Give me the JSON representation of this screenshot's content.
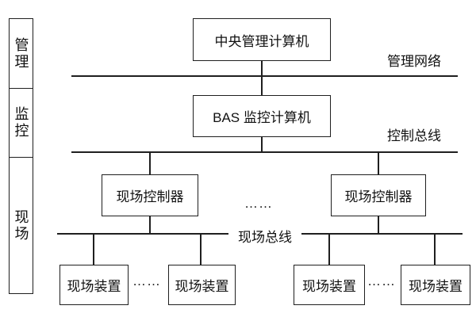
{
  "sidebar": {
    "items": [
      {
        "label": "管理"
      },
      {
        "label": "监控"
      },
      {
        "label": "现场"
      }
    ]
  },
  "nodes": {
    "central_management_computer": "中央管理计算机",
    "bas_computer": "BAS 监控计算机",
    "field_controller": "现场控制器",
    "field_device": "现场装置"
  },
  "buses": {
    "management_network": "管理网络",
    "control_bus": "控制总线",
    "field_bus": "现场总线"
  },
  "ellipsis": "……",
  "colors": {
    "line": "#1f1f1f",
    "background": "#ffffff",
    "text": "#111111"
  }
}
